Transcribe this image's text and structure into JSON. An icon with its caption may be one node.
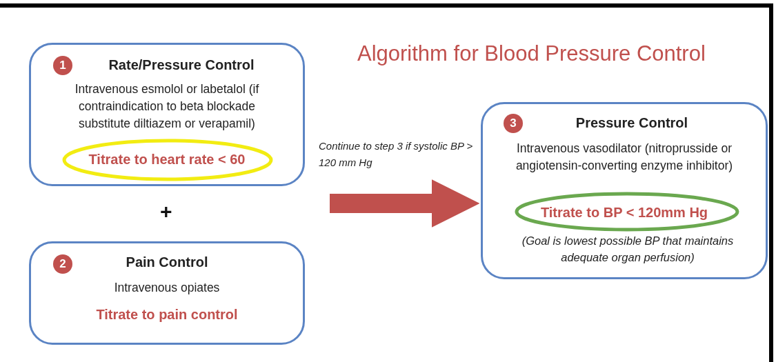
{
  "diagram": {
    "title": "Algorithm for Blood Pressure Control",
    "nodes": [
      {
        "text": [
          "Rate/Pressure Control",
          "Intravenous esmolol or labetalol (if contraindication to beta blockade substitute diltiazem or verapamil)",
          "Titrate to heart rate < 60"
        ]
      },
      {
        "text": [
          "1"
        ],
        "in": 0
      },
      {
        "text": [
          "Pain Control",
          "Intravenous opiates",
          "Titrate to pain control"
        ]
      },
      {
        "text": [
          "2"
        ],
        "in": 2
      },
      {
        "text": [
          "Pressure Control",
          "Intravenous vasodilator (nitroprusside or angiotensin-converting enzyme inhibitor)",
          "Titrate to BP < 120mm Hg",
          "(Goal is lowest possible BP that maintains adequate organ perfusion)"
        ]
      },
      {
        "text": [
          "3"
        ],
        "in": 4
      }
    ],
    "edges": [
      {
        "from": null,
        "to": 4,
        "arrow": "to",
        "label": "Continue to step 3 if systolic BP > 120 mm Hg",
        "color": "#c0504d"
      }
    ],
    "labels": [
      "+"
    ]
  }
}
